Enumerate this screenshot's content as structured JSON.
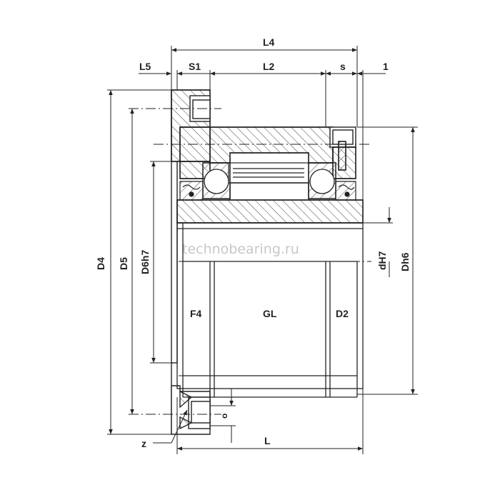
{
  "drawing": {
    "labels": {
      "L4": "L4",
      "L5": "L5",
      "S1": "S1",
      "L2": "L2",
      "s": "s",
      "one": "1",
      "D4": "D4",
      "D5": "D5",
      "D6h7": "D6h7",
      "dH7": "dH7",
      "Dh6": "Dh6",
      "F4": "F4",
      "GL": "GL",
      "D2": "D2",
      "L": "L",
      "z": "z",
      "o": "o"
    },
    "watermark": "technobearing.ru",
    "colors": {
      "line": "#222222",
      "hatch": "#444444",
      "background": "#ffffff"
    }
  }
}
